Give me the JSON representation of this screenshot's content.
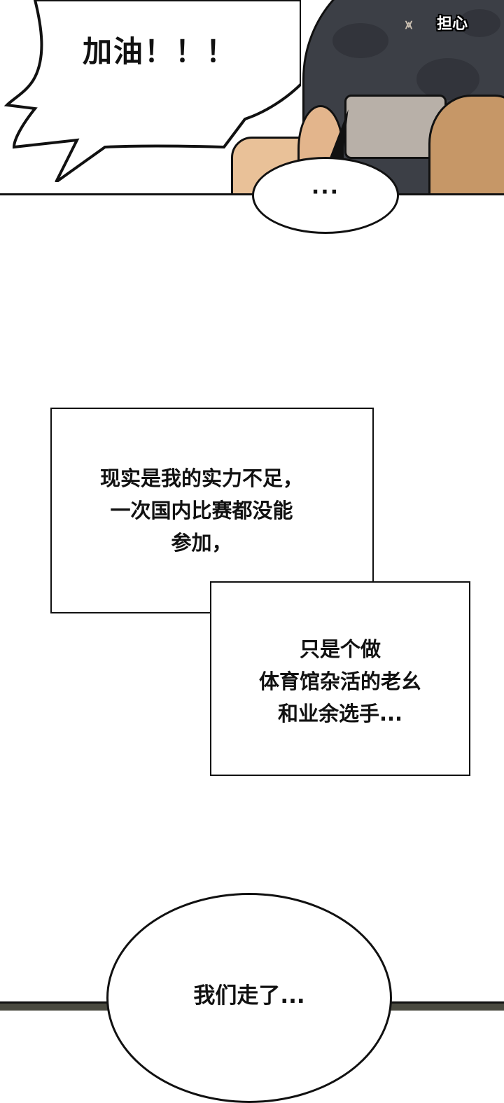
{
  "comic": {
    "top_panel": {
      "shout_bubble": "加油！！！",
      "sound_effect": "担心",
      "shirt_logo": "⩙",
      "reply_bubble": "···"
    },
    "narration": {
      "box1_lines": [
        "现实是我的实力不足，",
        "一次国内比赛都没能",
        "参加，"
      ],
      "box2_lines": [
        "只是个做",
        "体育馆杂活的老幺",
        "和业余选手..."
      ]
    },
    "bottom_panel": {
      "speech_bubble": "我们走了..."
    }
  },
  "colors": {
    "background": "#ffffff",
    "ink": "#111111",
    "shirt": "#3c3f46",
    "phone": "#b8b0a8",
    "skin_dark": "#c69767",
    "skin_light": "#e9c198"
  }
}
